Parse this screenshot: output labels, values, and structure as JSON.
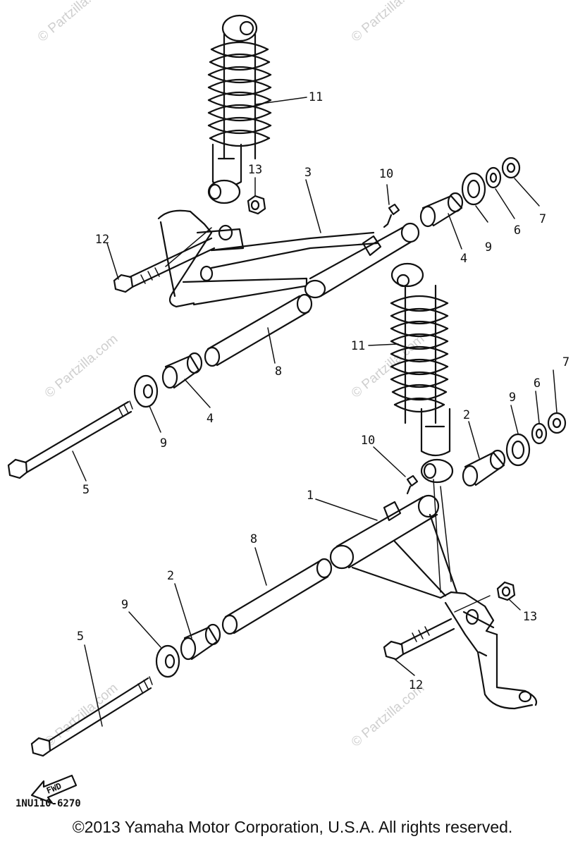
{
  "diagram": {
    "code": "1NU110-6270",
    "fwd_label": "FWD",
    "copyright": "©2013 Yamaha Motor Corporation, U.S.A. All rights reserved.",
    "watermark": "© Partzilla.com"
  },
  "callouts": {
    "shock_upper": "11",
    "shock_lower": "11",
    "nut_13_upper": "13",
    "nut_13_lower": "13",
    "fitting_10_upper": "10",
    "fitting_10_lower": "10",
    "arm_3": "3",
    "arm_1": "1",
    "collar_7_upper": "7",
    "collar_7_lower": "7",
    "washer_6_upper": "6",
    "washer_6_lower": "6",
    "seal_9_upper_right": "9",
    "seal_9_upper_left": "9",
    "seal_9_lower_right": "9",
    "seal_9_lower_left": "9",
    "bushing_4_upper_right": "4",
    "bushing_4_upper_left": "4",
    "bushing_2_lower_right": "2",
    "bushing_2_lower_left": "2",
    "bolt_12_upper": "12",
    "bolt_12_lower": "12",
    "shaft_8_upper": "8",
    "shaft_8_lower": "8",
    "bolt_5_upper": "5",
    "bolt_5_lower": "5"
  }
}
